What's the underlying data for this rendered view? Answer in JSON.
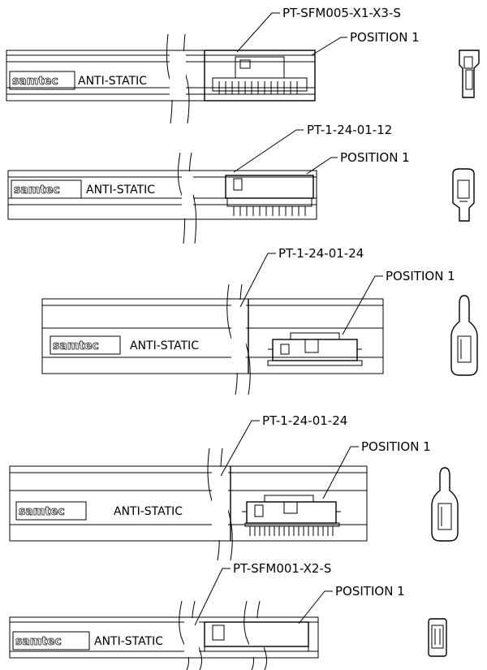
{
  "assemblies": [
    {
      "part_number": "PT-SFM005-X1-X3-S",
      "position_label": "POSITION 1",
      "logo_text": "samtec",
      "tape_text": "ANTI-STATIC"
    },
    {
      "part_number": "PT-1-24-01-12",
      "position_label": "POSITION 1",
      "logo_text": "samtec",
      "tape_text": "ANTI-STATIC"
    },
    {
      "part_number": "PT-1-24-01-24",
      "position_label": "POSITION 1",
      "logo_text": "samtec",
      "tape_text": "ANTI-STATIC"
    },
    {
      "part_number": "PT-1-24-01-24",
      "position_label": "POSITION 1",
      "logo_text": "samtec",
      "tape_text": "ANTI-STATIC"
    },
    {
      "part_number": "PT-SFM001-X2-S",
      "position_label": "POSITION 1",
      "logo_text": "samtec",
      "tape_text": "ANTI-STATIC"
    }
  ]
}
